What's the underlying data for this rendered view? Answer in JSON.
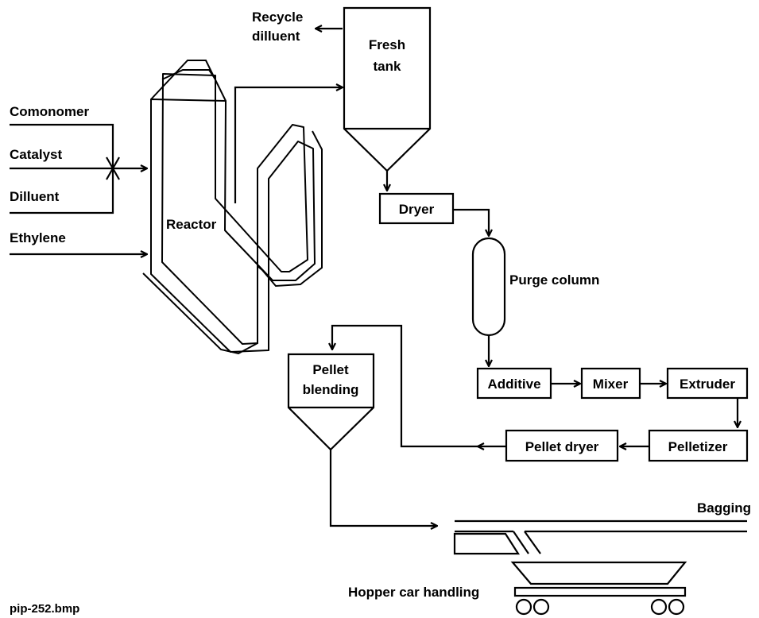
{
  "labels": {
    "recycle_line1": "Recycle",
    "recycle_line2": "dilluent",
    "fresh_line1": "Fresh",
    "fresh_line2": "tank",
    "comonomer": "Comonomer",
    "catalyst": "Catalyst",
    "dilluent": "Dilluent",
    "ethylene": "Ethylene",
    "reactor": "Reactor",
    "dryer": "Dryer",
    "purge_column": "Purge column",
    "additive": "Additive",
    "mixer": "Mixer",
    "extruder": "Extruder",
    "pelletizer": "Pelletizer",
    "pellet_dryer": "Pellet dryer",
    "pellet_line1": "Pellet",
    "pellet_line2": "blending",
    "bagging": "Bagging",
    "hopper_car": "Hopper car handling",
    "filename": "pip-252.bmp"
  }
}
